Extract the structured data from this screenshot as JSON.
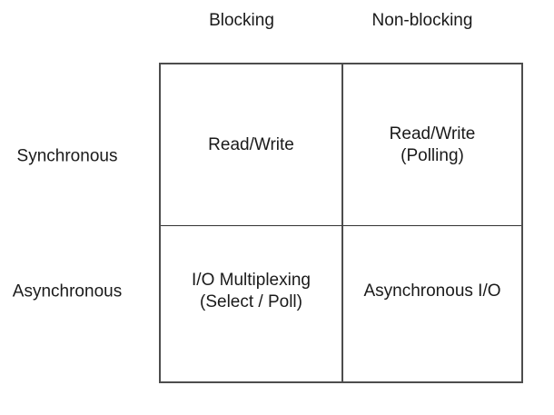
{
  "matrix": {
    "col_headers": [
      "Blocking",
      "Non-blocking"
    ],
    "row_headers": [
      "Synchronous",
      "Asynchronous"
    ],
    "cells": [
      {
        "lines": [
          "Read/Write",
          ""
        ]
      },
      {
        "lines": [
          "Read/Write",
          "(Polling)"
        ]
      },
      {
        "lines": [
          "I/O Multiplexing",
          "(Select / Poll)"
        ]
      },
      {
        "lines": [
          "Asynchronous I/O",
          ""
        ]
      }
    ]
  },
  "colors": {
    "background": "#ffffff",
    "table_border": "#4d4d4d",
    "row_divider": "#333333",
    "text": "#1a1a1a"
  }
}
